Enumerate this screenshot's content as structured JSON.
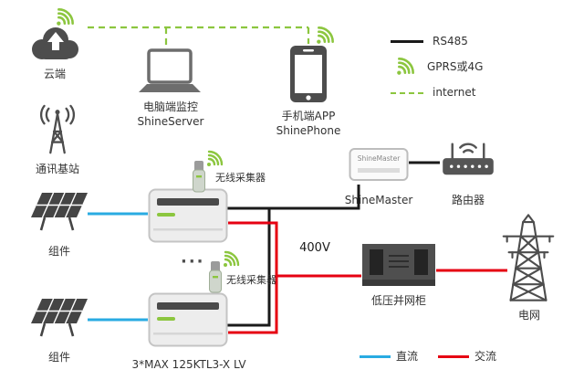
{
  "labels": {
    "cloud": "云端",
    "server_line1": "电脑端监控",
    "server_line2": "ShineServer",
    "phone_line1": "手机端APP",
    "phone_line2": "ShinePhone",
    "comm_tower": "通讯基站",
    "panel_top": "组件",
    "panel_bottom": "组件",
    "collector_top": "无线采集器",
    "collector_bottom": "无线采集器",
    "shinemaster": "ShineMaster",
    "shinemaster_device": "ShineMaster",
    "router": "路由器",
    "voltage": "400V",
    "cabinet": "低压并网柜",
    "grid": "电网",
    "inverter_model": "3*MAX 125KTL3-X LV",
    "dots": "···"
  },
  "legend": {
    "rs485": "RS485",
    "gprs": "GPRS或4G",
    "internet": "internet",
    "dc": "直流",
    "ac": "交流"
  },
  "colors": {
    "gprs_green": "#8CC63F",
    "ac_red": "#E60012",
    "dc_blue": "#29ABE2",
    "rs485_black": "#1A1A1A",
    "icon_gray": "#4D4D4D"
  }
}
